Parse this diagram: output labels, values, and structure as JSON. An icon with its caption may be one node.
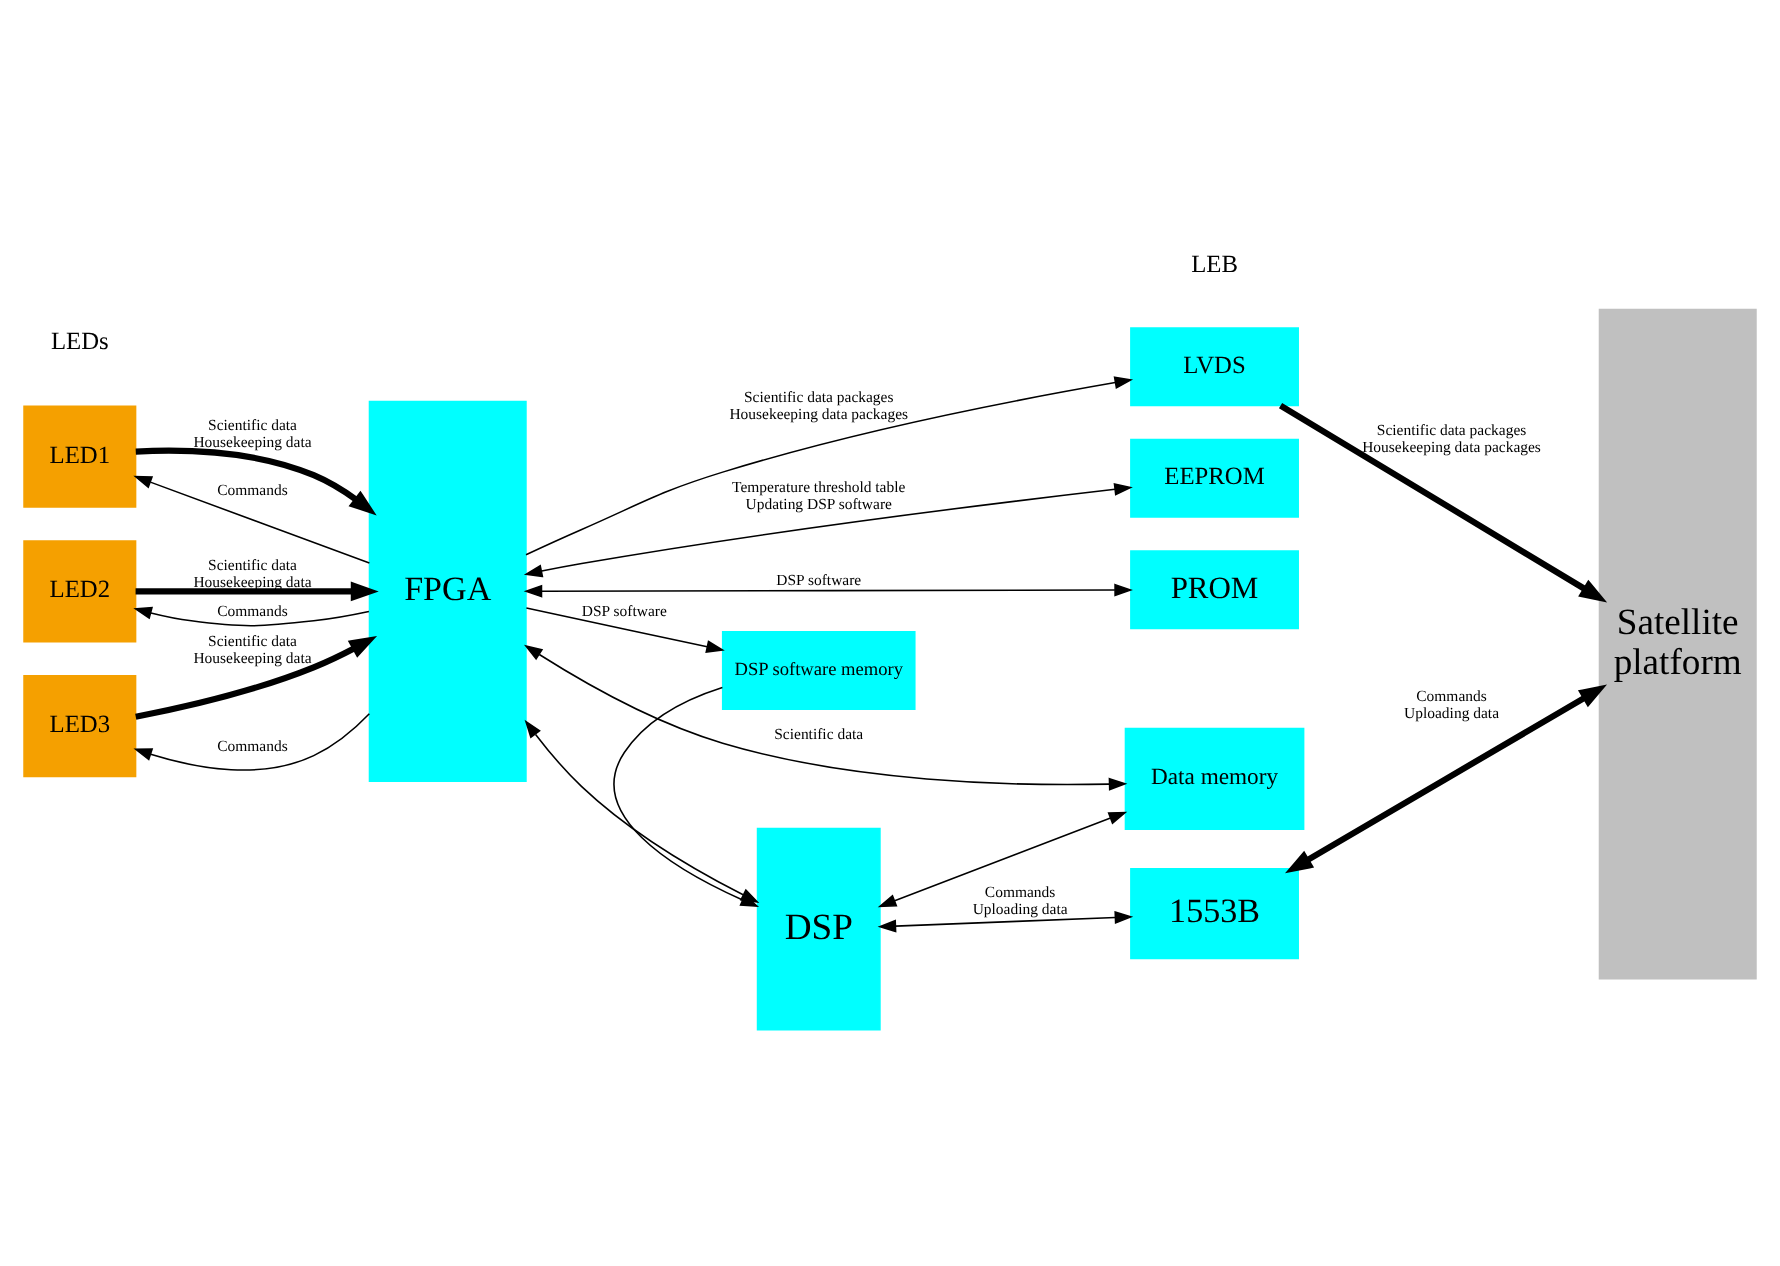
{
  "diagram": {
    "nodes": [
      {
        "text": [
          "LED1"
        ]
      },
      {
        "text": [
          "LED2"
        ]
      },
      {
        "text": [
          "LED3"
        ]
      },
      {
        "text": [
          "FPGA"
        ]
      },
      {
        "text": [
          "LVDS"
        ]
      },
      {
        "text": [
          "EEPROM"
        ]
      },
      {
        "text": [
          "PROM"
        ]
      },
      {
        "text": [
          "DSP software memory"
        ]
      },
      {
        "text": [
          "Data memory"
        ]
      },
      {
        "text": [
          "DSP"
        ]
      },
      {
        "text": [
          "1553B"
        ]
      },
      {
        "text": [
          "Satellite platform"
        ]
      }
    ],
    "edges": [
      {
        "from": 3,
        "to": 0,
        "arrow": "to",
        "label": [
          "Commands"
        ]
      },
      {
        "from": 0,
        "to": 3,
        "arrow": "to",
        "style": "thick",
        "label": [
          "Scientific data",
          "Housekeeping data"
        ]
      },
      {
        "from": 3,
        "to": 1,
        "arrow": "to",
        "label": [
          "Commands"
        ]
      },
      {
        "from": 1,
        "to": 3,
        "arrow": "to",
        "style": "thick",
        "label": [
          "Scientific data",
          "Housekeeping data"
        ]
      },
      {
        "from": 3,
        "to": 2,
        "arrow": "to",
        "label": [
          "Commands"
        ]
      },
      {
        "from": 2,
        "to": 3,
        "arrow": "to",
        "style": "thick",
        "label": [
          "Scientific data",
          "Housekeeping data"
        ]
      },
      {
        "from": 3,
        "to": 4,
        "arrow": "to",
        "label": [
          "Scientific data packages",
          "Housekeeping data packages"
        ]
      },
      {
        "from": 4,
        "to": 11,
        "arrow": "to",
        "style": "thick",
        "label": [
          "Scientific data packages",
          "Housekeeping data packages"
        ]
      },
      {
        "from": 3,
        "to": 5,
        "arrow": "both",
        "label": [
          "Temperature threshold table",
          "Updating DSP software"
        ]
      },
      {
        "from": 3,
        "to": 6,
        "arrow": "both",
        "label": [
          "DSP software"
        ]
      },
      {
        "from": 3,
        "to": 8,
        "arrow": "both",
        "label": [
          "Scientific data"
        ]
      },
      {
        "from": 3,
        "to": 7,
        "arrow": "to",
        "label": [
          "DSP software"
        ]
      },
      {
        "from": 7,
        "to": 9,
        "arrow": "to"
      },
      {
        "from": 3,
        "to": 9,
        "arrow": "both"
      },
      {
        "from": 9,
        "to": 8,
        "arrow": "both"
      },
      {
        "from": 9,
        "to": 10,
        "arrow": "both",
        "label": [
          "Commands",
          "Uploading data"
        ]
      },
      {
        "from": 10,
        "to": 11,
        "arrow": "both",
        "style": "thick",
        "label": [
          "Commands",
          "Uploading data"
        ]
      }
    ],
    "labels": [
      "LEDs",
      "LEB"
    ]
  }
}
